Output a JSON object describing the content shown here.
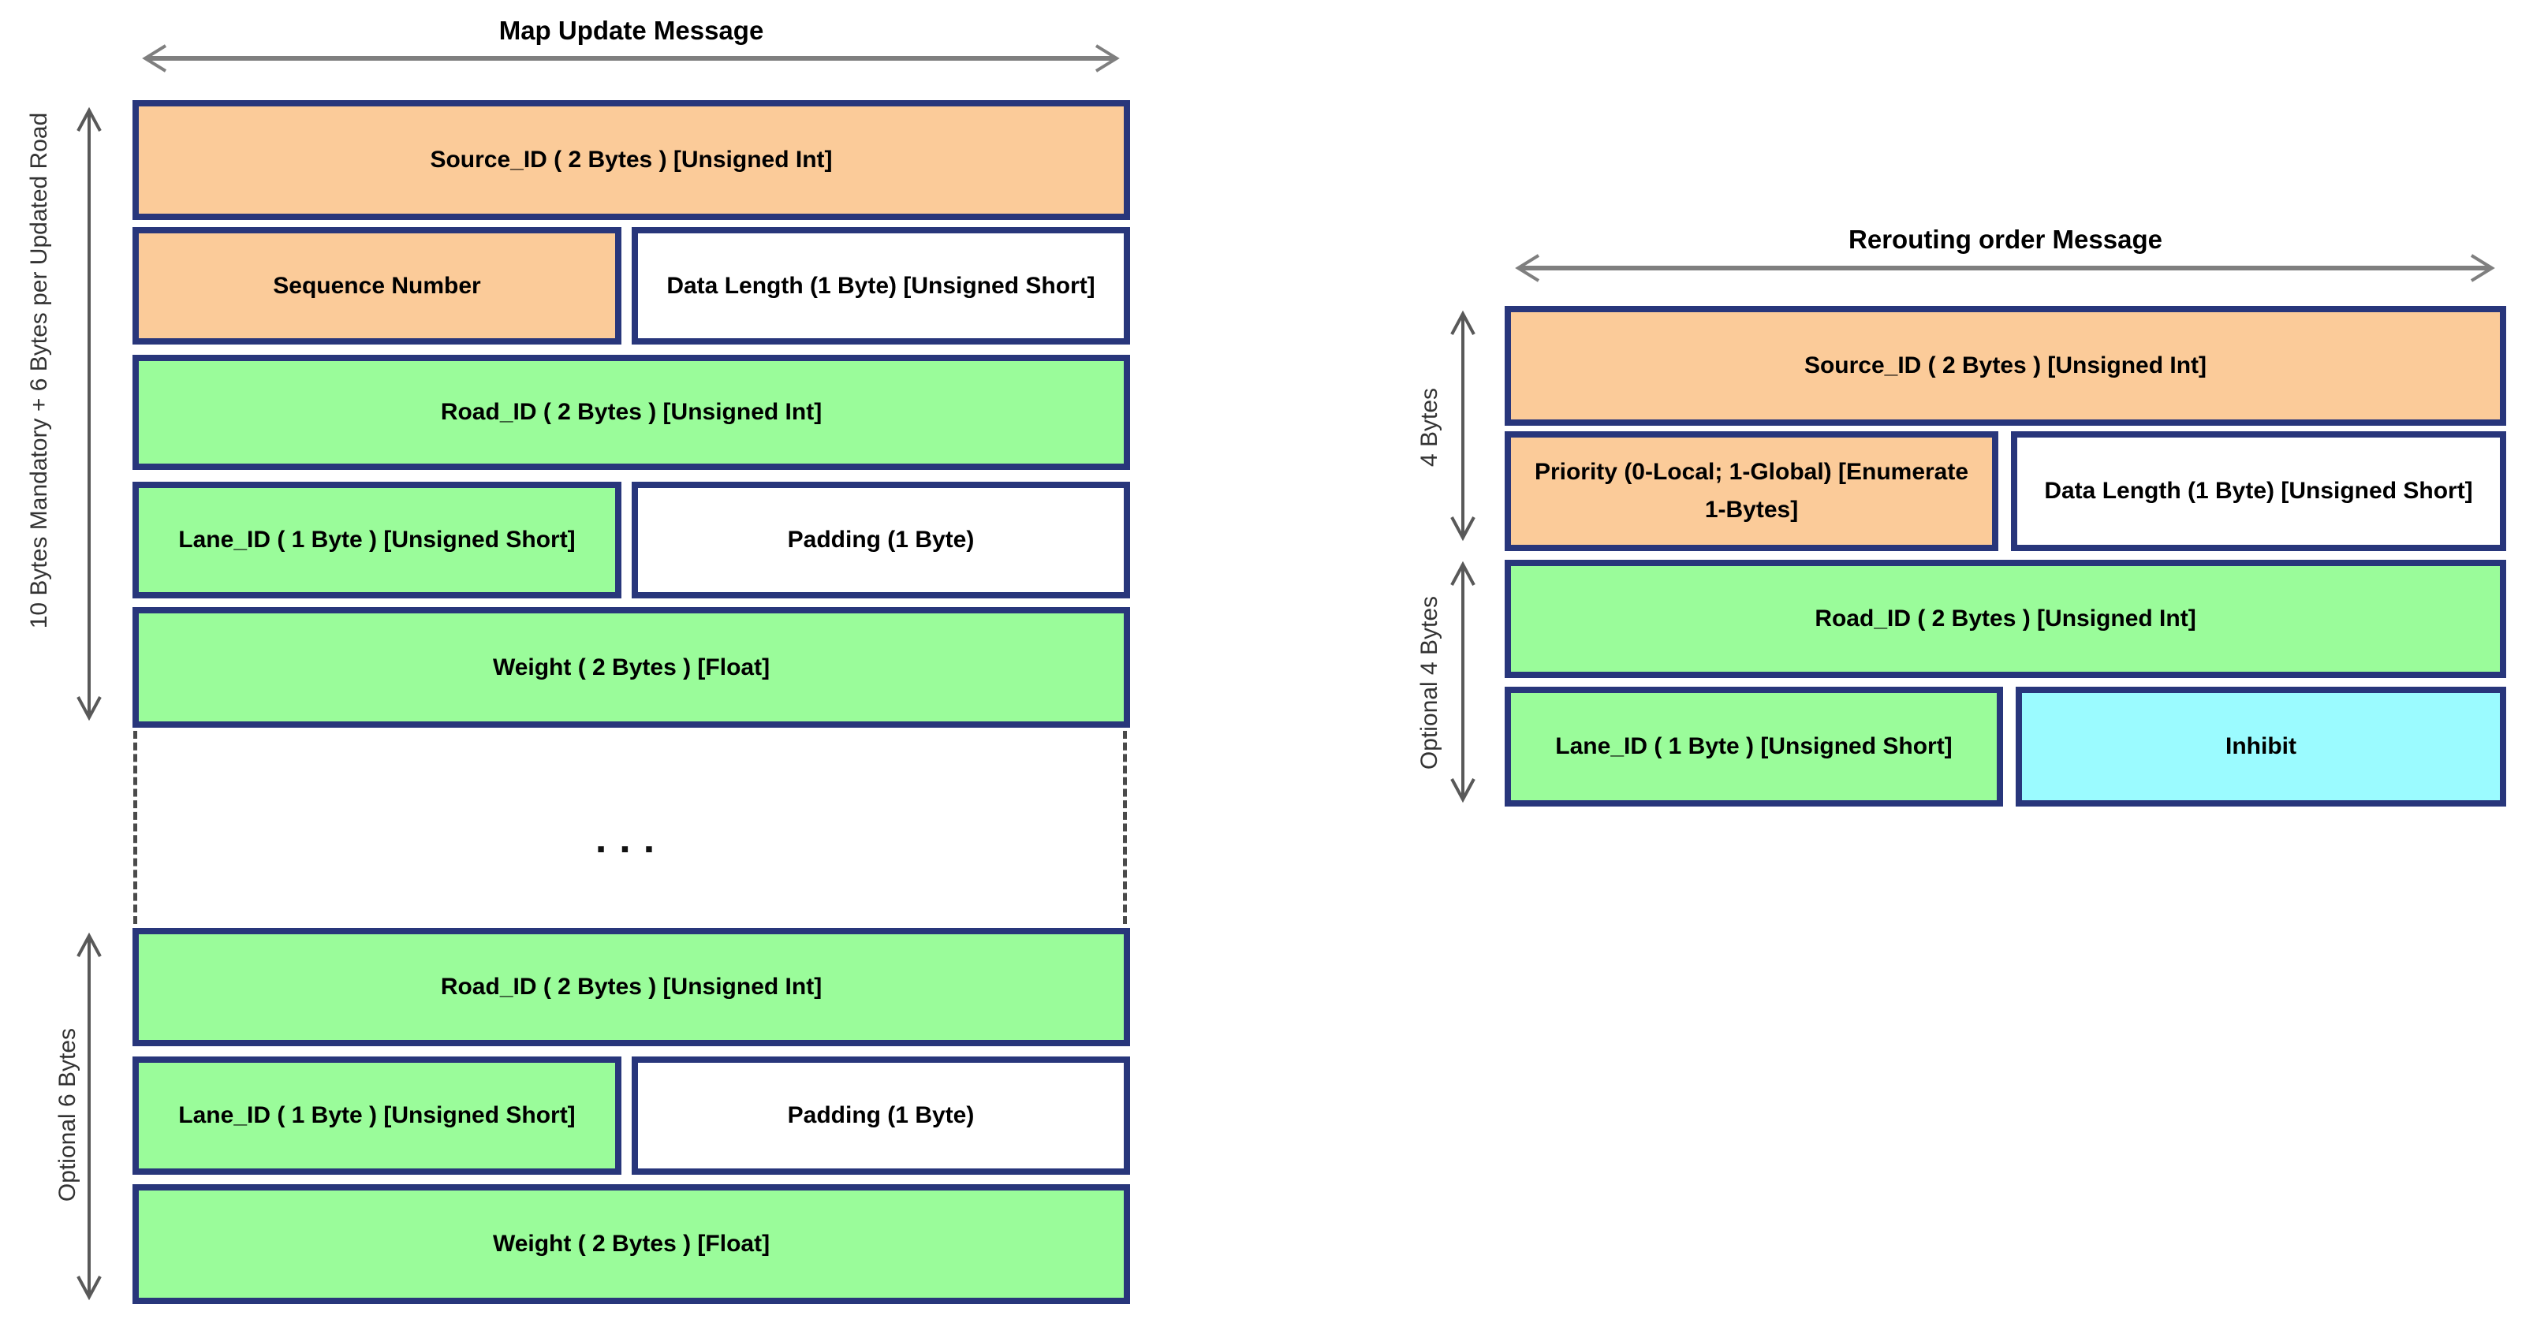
{
  "colors": {
    "navy": "#28367B",
    "arrow": "#7F7F7F",
    "varrow": "#595959",
    "dash": "#4A4A4A",
    "orange": "#FBCB99",
    "green": "#9AFC9A",
    "cyan": "#9BFBFF",
    "white": "#FFFFFF"
  },
  "map_update": {
    "title": "Map Update Message",
    "side_label_top": "10 Bytes Mandatory + 6 Bytes per Updated Road",
    "side_label_bottom": "Optional 6 Bytes",
    "ellipsis": "...",
    "cells": [
      {
        "label": "Source_ID ( 2 Bytes ) [Unsigned Int]",
        "fill": "#FBCB99"
      },
      {
        "label": "Sequence Number",
        "fill": "#FBCB99"
      },
      {
        "label": "Data Length (1 Byte)  [Unsigned Short]",
        "fill": "#FFFFFF"
      },
      {
        "label": "Road_ID ( 2 Bytes ) [Unsigned Int]",
        "fill": "#9AFC9A"
      },
      {
        "label": "Lane_ID ( 1 Byte ) [Unsigned Short]",
        "fill": "#9AFC9A"
      },
      {
        "label": "Padding (1 Byte)",
        "fill": "#FFFFFF"
      },
      {
        "label": "Weight ( 2 Bytes ) [Float]",
        "fill": "#9AFC9A"
      },
      {
        "label": "Road_ID ( 2 Bytes ) [Unsigned Int]",
        "fill": "#9AFC9A"
      },
      {
        "label": "Lane_ID ( 1 Byte ) [Unsigned Short]",
        "fill": "#9AFC9A"
      },
      {
        "label": "Padding (1 Byte)",
        "fill": "#FFFFFF"
      },
      {
        "label": "Weight ( 2 Bytes ) [Float]",
        "fill": "#9AFC9A"
      }
    ]
  },
  "rerouting": {
    "title": "Rerouting order Message",
    "side_label_top": "4 Bytes",
    "side_label_bottom": "Optional 4 Bytes",
    "cells": [
      {
        "label": "Source_ID ( 2 Bytes ) [Unsigned Int]",
        "fill": "#FBCB99"
      },
      {
        "label": "Priority (0-Local; 1-Global) [Enumerate 1-Bytes]",
        "fill": "#FBCB99"
      },
      {
        "label": "Data Length (1 Byte)  [Unsigned Short]",
        "fill": "#FFFFFF"
      },
      {
        "label": "Road_ID ( 2 Bytes ) [Unsigned Int]",
        "fill": "#9AFC9A"
      },
      {
        "label": "Lane_ID ( 1 Byte ) [Unsigned Short]",
        "fill": "#9AFC9A"
      },
      {
        "label": "Inhibit",
        "fill": "#9BFBFF"
      }
    ]
  }
}
